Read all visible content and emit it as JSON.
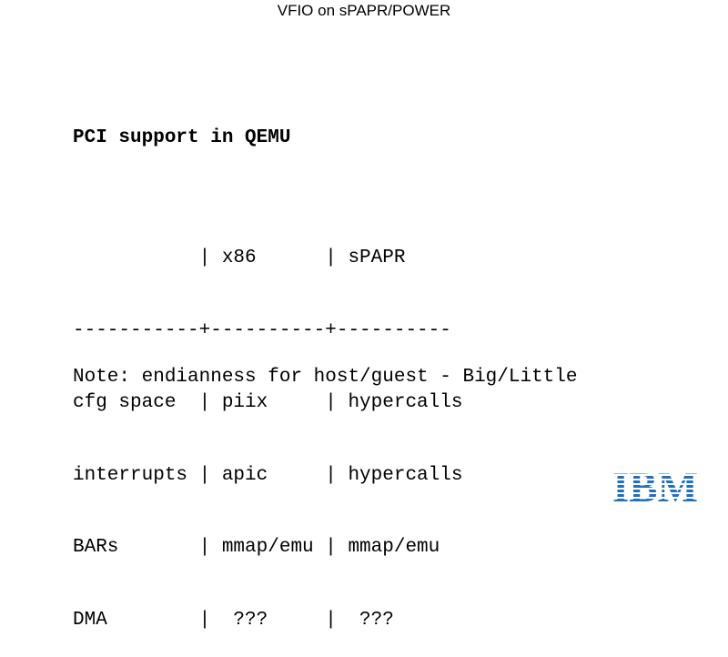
{
  "slide": {
    "title": "VFIO on sPAPR/POWER",
    "heading": "PCI support in QEMU",
    "table_lines": [
      "           | x86      | sPAPR",
      "-----------+----------+----------",
      "cfg space  | piix     | hypercalls",
      "interrupts | apic     | hypercalls",
      "BARs       | mmap/emu | mmap/emu",
      "DMA        |  ???     |  ???"
    ],
    "note": "Note: endianness for host/guest - Big/Little",
    "logo": {
      "text": "IBM",
      "color": "#1f70c1",
      "icon": "ibm-logo"
    }
  }
}
